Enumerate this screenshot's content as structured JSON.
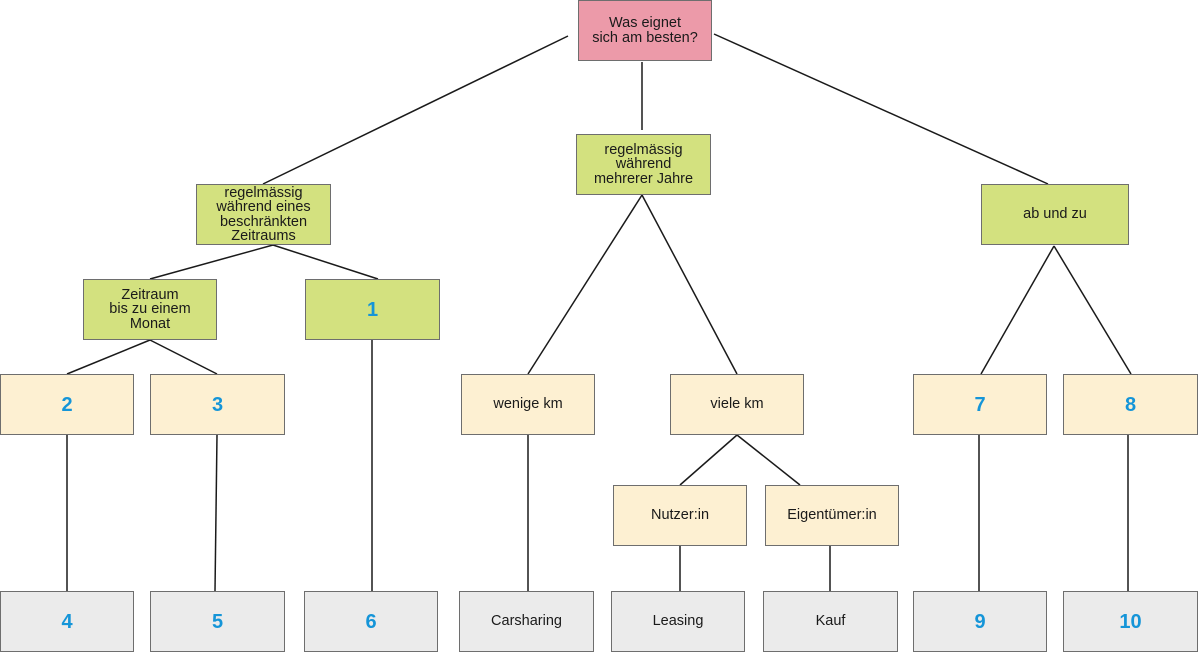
{
  "colors": {
    "root": "#ec9aa9",
    "category": "#d3e17f",
    "option": "#fdf0d2",
    "result": "#ebebeb",
    "number": "#1595d8",
    "line": "#1a1a1a"
  },
  "root": {
    "label": "Was eignet\nsich am besten?"
  },
  "categories": {
    "limited_period": "regelmässig\nwährend eines\nbeschränkten\nZeitraums",
    "several_years": "regelmässig\nwährend\nmehrerer Jahre",
    "occasionally": "ab und zu"
  },
  "sub": {
    "up_to_month": "Zeitraum\nbis zu einem\nMonat",
    "n1": "1"
  },
  "options": {
    "n2": "2",
    "n3": "3",
    "few_km": "wenige km",
    "many_km": "viele km",
    "n7": "7",
    "n8": "8",
    "user": "Nutzer:in",
    "owner": "Eigentümer:in"
  },
  "results": {
    "n4": "4",
    "n5": "5",
    "n6": "6",
    "carsharing": "Carsharing",
    "leasing": "Leasing",
    "kauf": "Kauf",
    "n9": "9",
    "n10": "10"
  }
}
